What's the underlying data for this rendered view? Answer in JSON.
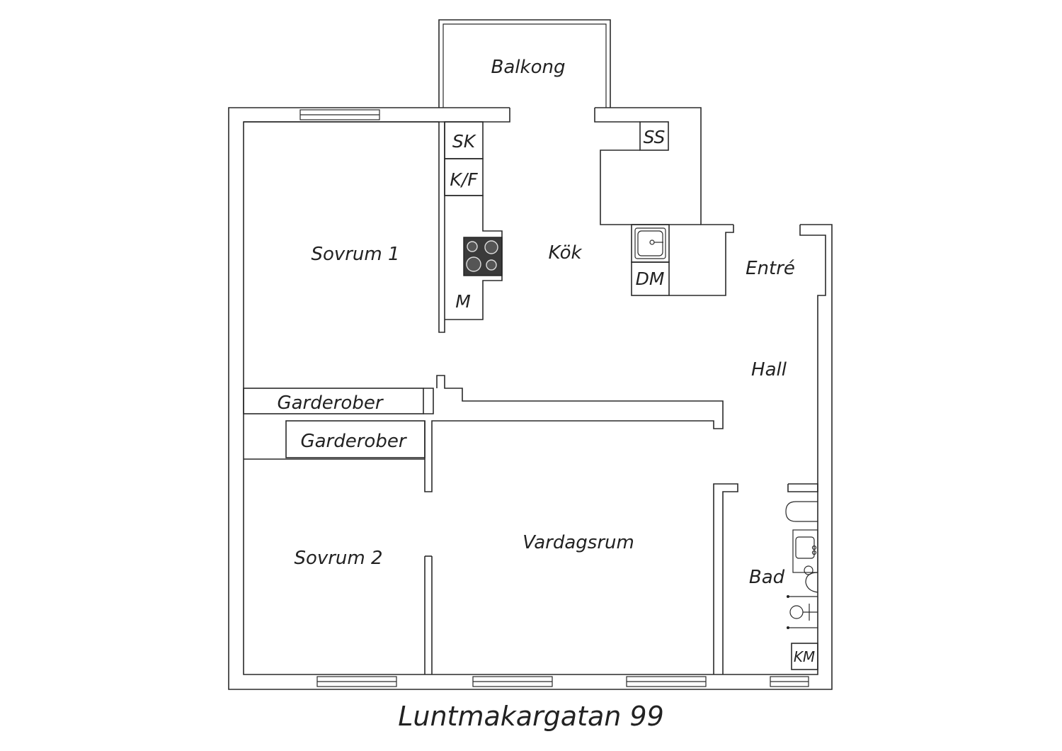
{
  "plan": {
    "address": "Luntmakargatan 99",
    "rooms": {
      "balkong": "Balkong",
      "sovrum1": "Sovrum 1",
      "kok": "Kök",
      "entre": "Entré",
      "hall": "Hall",
      "garderober1": "Garderober",
      "garderober2": "Garderober",
      "vardagsrum": "Vardagsrum",
      "sovrum2": "Sovrum 2",
      "bad": "Bad"
    },
    "fixtures": {
      "sk": "SK",
      "kf": "K/F",
      "m": "M",
      "ss": "SS",
      "dm": "DM",
      "km": "KM"
    }
  }
}
